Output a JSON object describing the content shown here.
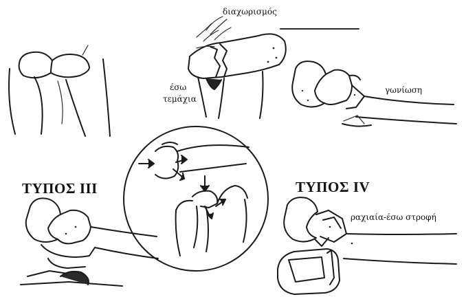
{
  "labels": {
    "separation": "διαχωρισμός",
    "outer_fragment_line1": "έσω",
    "outer_fragment_line2": "τεμάχια",
    "angulation": "γωνίωση",
    "type3": "ΤΥΠΟΣ ΙΙΙ",
    "type4": "ΤΥΠΟΣ IV",
    "rotation": "ραχιαία-έσω στροφή"
  }
}
